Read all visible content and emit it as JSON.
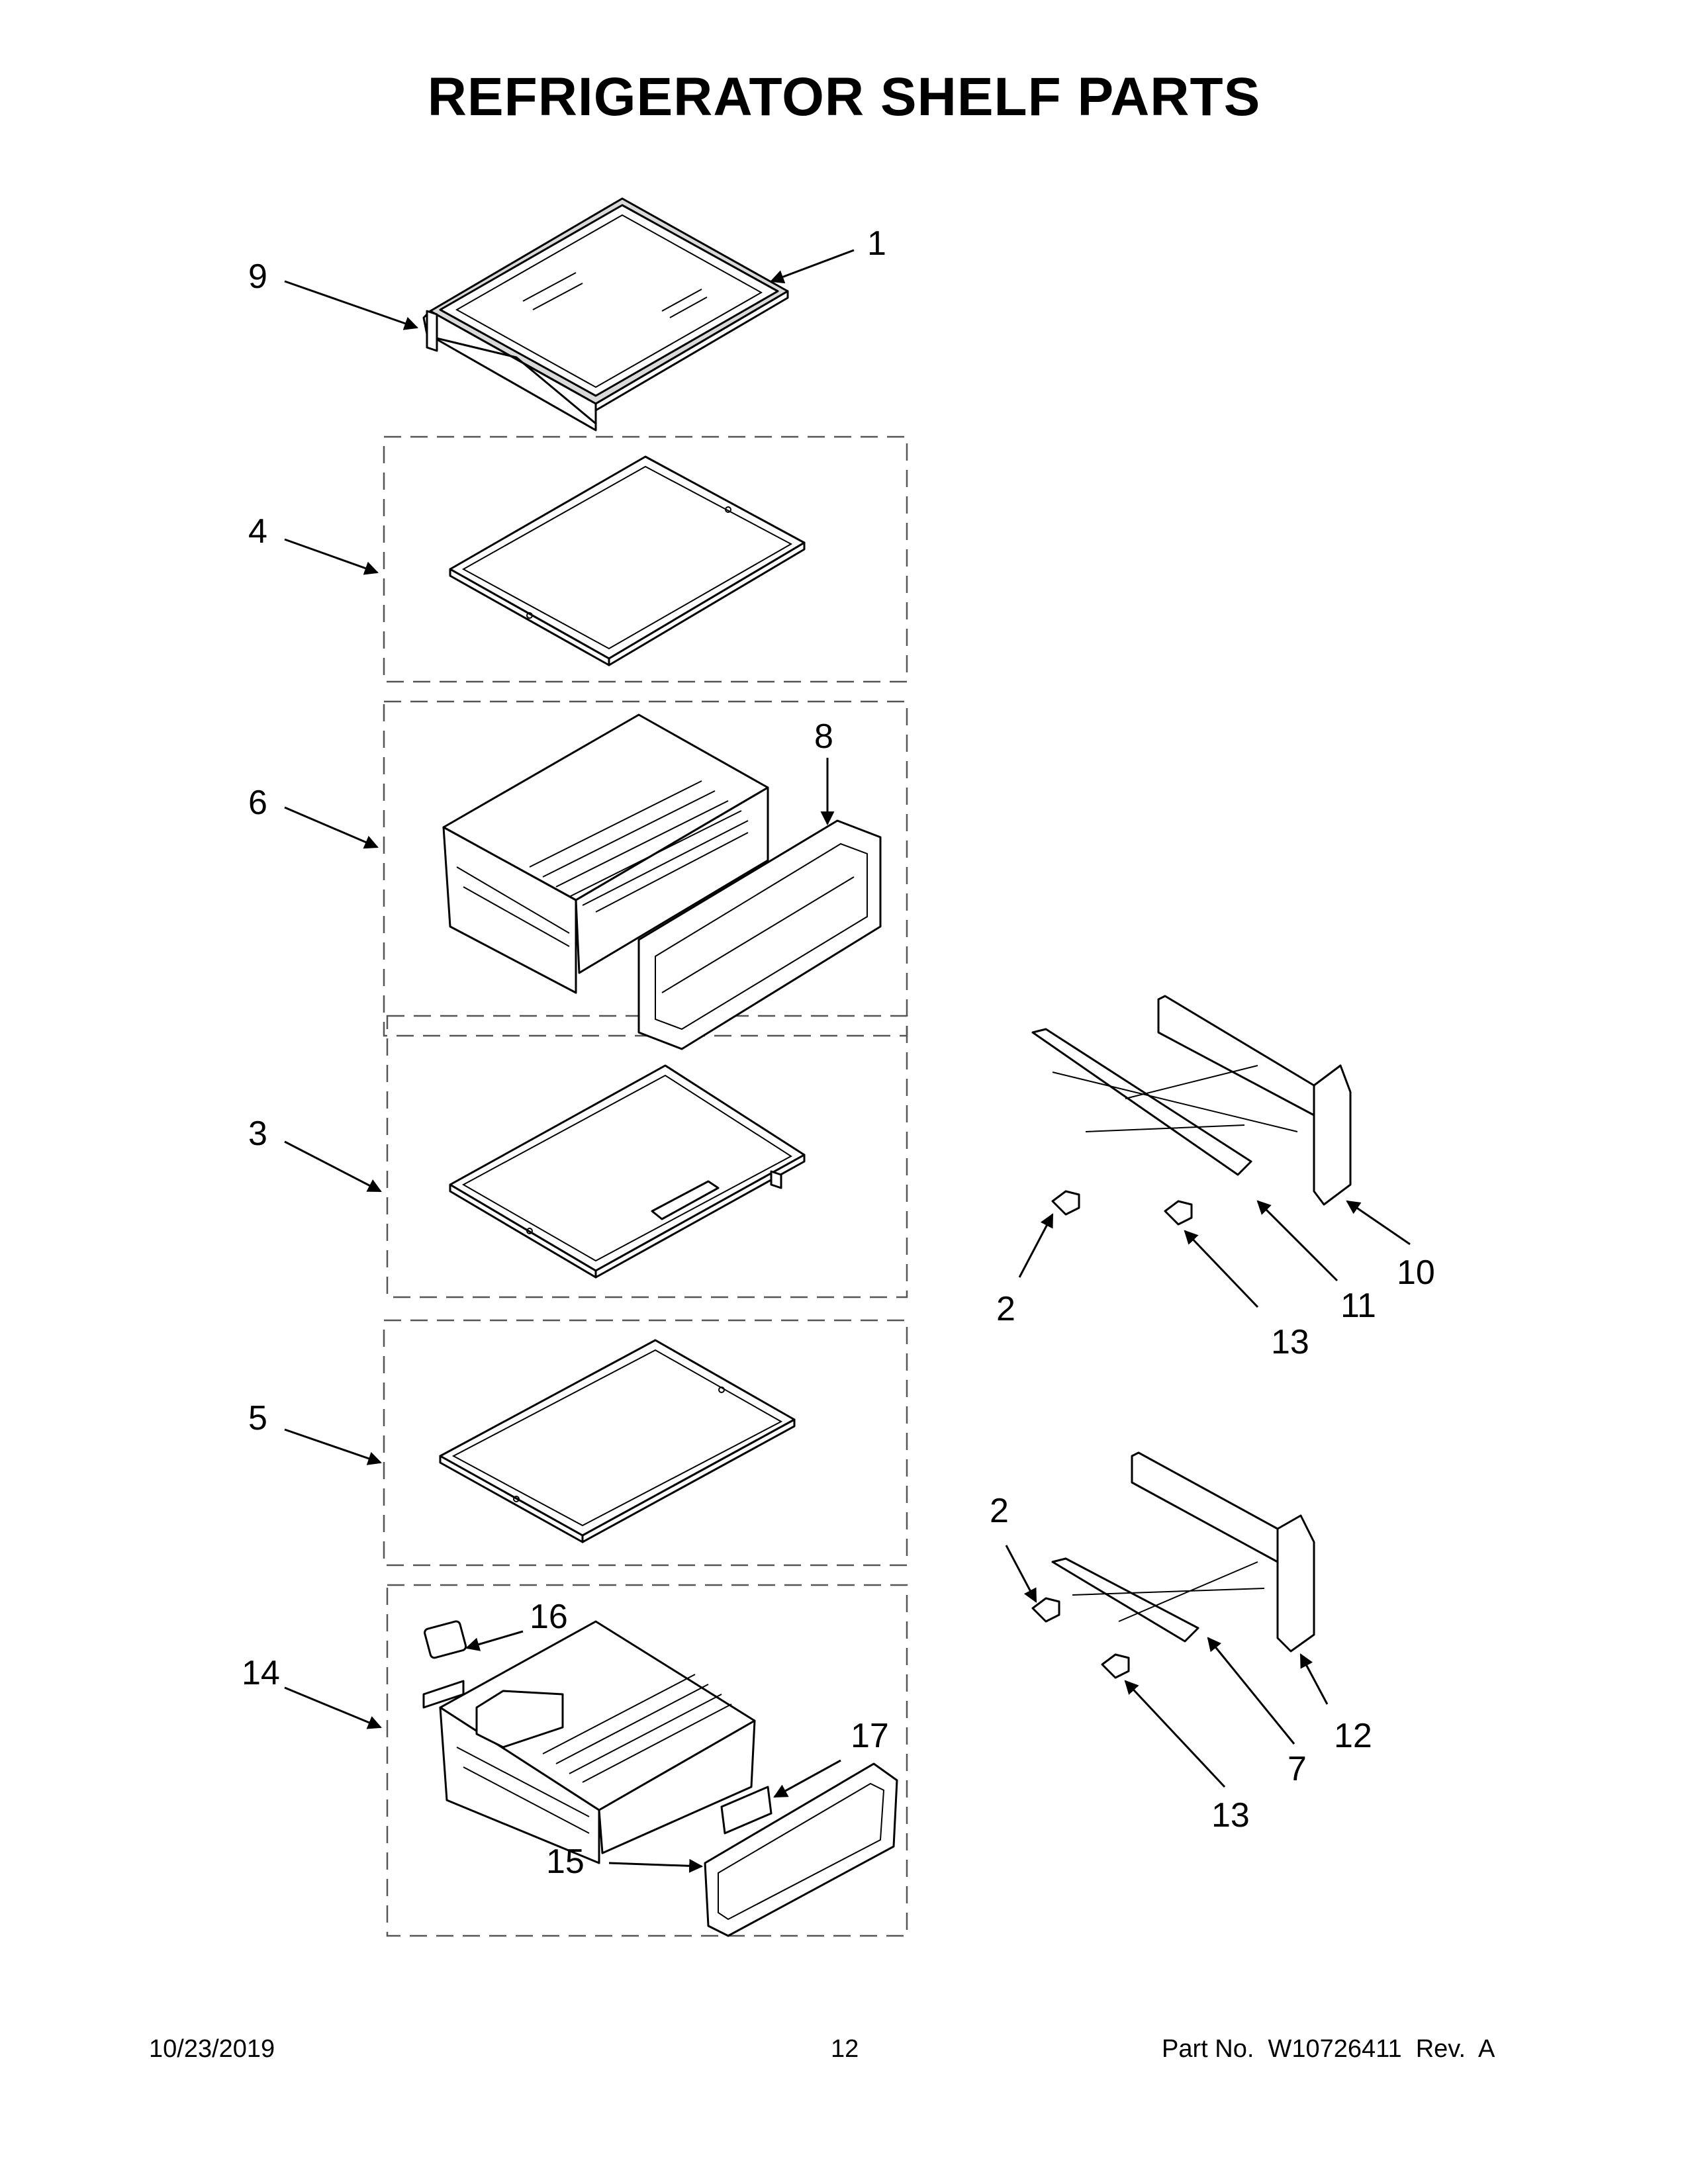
{
  "page": {
    "title": "REFRIGERATOR SHELF PARTS",
    "footer": {
      "date": "10/23/2019",
      "page_number": "12",
      "part_number": "Part No.  W10726411  Rev.  A"
    }
  },
  "callouts": [
    {
      "id": "c1",
      "label": "1"
    },
    {
      "id": "c9",
      "label": "9"
    },
    {
      "id": "c4",
      "label": "4"
    },
    {
      "id": "c6",
      "label": "6"
    },
    {
      "id": "c8",
      "label": "8"
    },
    {
      "id": "c3",
      "label": "3"
    },
    {
      "id": "c5",
      "label": "5"
    },
    {
      "id": "c14",
      "label": "14"
    },
    {
      "id": "c16",
      "label": "16"
    },
    {
      "id": "c17",
      "label": "17"
    },
    {
      "id": "c15",
      "label": "15"
    },
    {
      "id": "c10",
      "label": "10"
    },
    {
      "id": "c2a",
      "label": "2"
    },
    {
      "id": "c11",
      "label": "11"
    },
    {
      "id": "c13a",
      "label": "13"
    },
    {
      "id": "c2b",
      "label": "2"
    },
    {
      "id": "c12",
      "label": "12"
    },
    {
      "id": "c7",
      "label": "7"
    },
    {
      "id": "c13b",
      "label": "13"
    }
  ]
}
